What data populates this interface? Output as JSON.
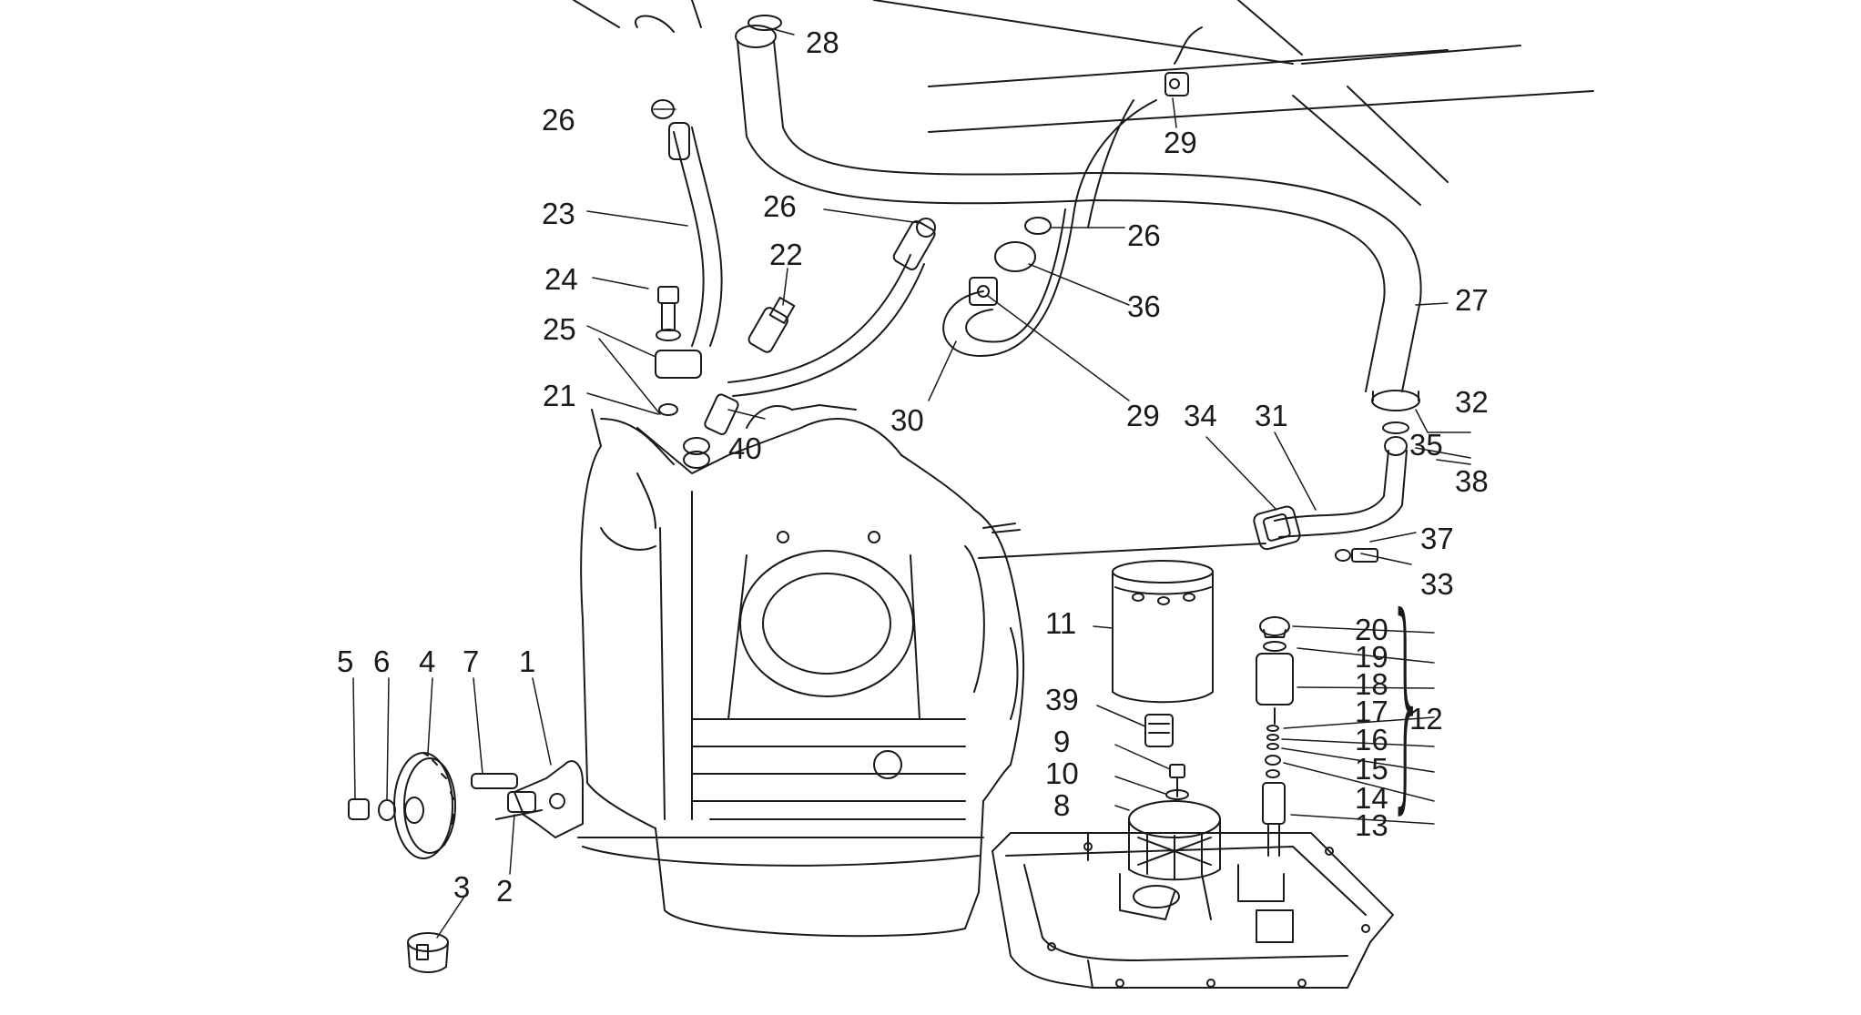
{
  "callouts": {
    "c1": "1",
    "c2": "2",
    "c3": "3",
    "c4": "4",
    "c5": "5",
    "c6": "6",
    "c7": "7",
    "c8": "8",
    "c9": "9",
    "c10": "10",
    "c11": "11",
    "c12": "12",
    "c13": "13",
    "c14": "14",
    "c15": "15",
    "c16": "16",
    "c17": "17",
    "c18": "18",
    "c19": "19",
    "c20": "20",
    "c21": "21",
    "c22": "22",
    "c23": "23",
    "c24": "24",
    "c25": "25",
    "c26a": "26",
    "c26b": "26",
    "c26c": "26",
    "c27": "27",
    "c28": "28",
    "c29a": "29",
    "c29b": "29",
    "c30": "30",
    "c31": "31",
    "c32": "32",
    "c33": "33",
    "c34": "34",
    "c35": "35",
    "c36": "36",
    "c37": "37",
    "c38": "38",
    "c39": "39",
    "c40": "40"
  },
  "colors": {
    "line": "#1a1a1a",
    "background": "#ffffff"
  }
}
